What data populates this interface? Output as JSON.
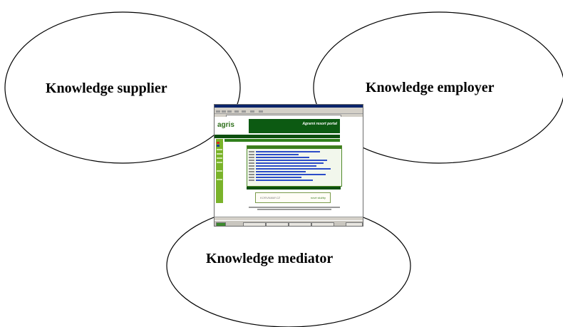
{
  "diagram": {
    "nodes": [
      {
        "id": "supplier",
        "label": "Knowledge supplier"
      },
      {
        "id": "employer",
        "label": "Knowledge employer"
      },
      {
        "id": "mediator",
        "label": "Knowledge mediator"
      }
    ],
    "ellipse_stroke": "#000000",
    "ellipse_fill": "#ffffff"
  },
  "screenshot": {
    "logo_text": "agris",
    "banner_text": "Agrarni resort portal",
    "accent_color": "#2e6f1b",
    "nav_color": "#0d4f0f",
    "link_color": "#2b4cc8",
    "ad_text": "KORUNAMI CZ",
    "ad_link": "nové služby"
  }
}
